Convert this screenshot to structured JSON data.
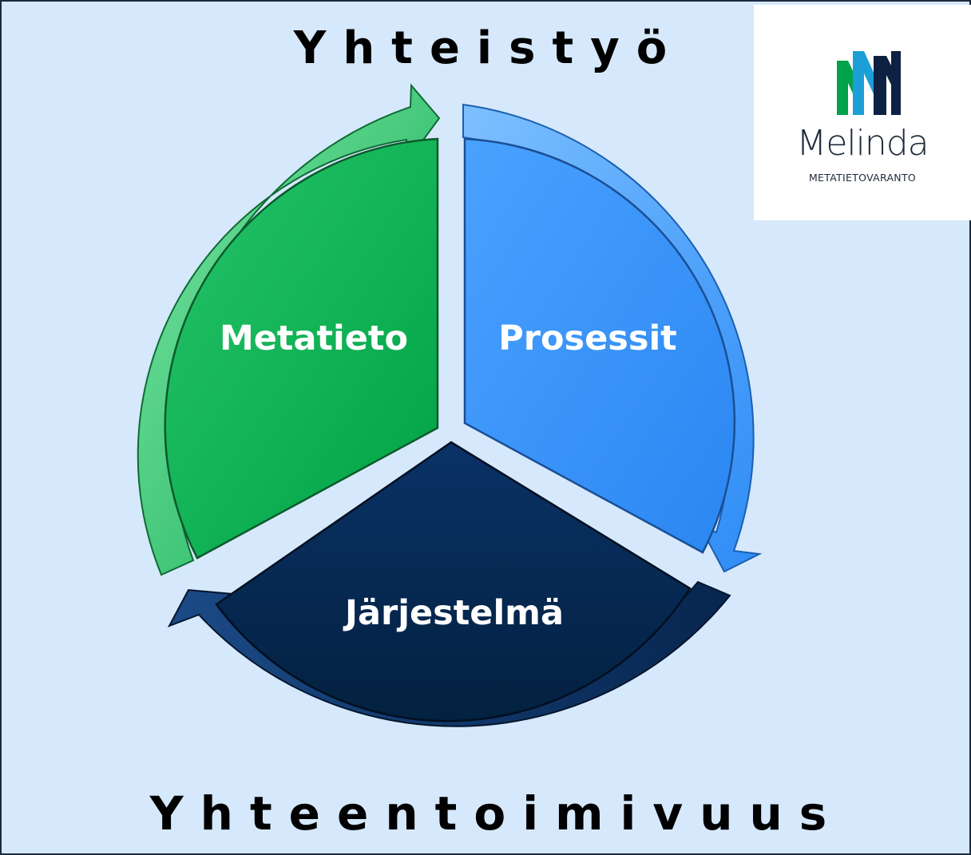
{
  "titles": {
    "top": "Yhteistyö",
    "bottom": "Yhteentoimivuus"
  },
  "logo": {
    "wordmark": "Melinda",
    "subline": "METATIETOVARANTO",
    "colors": [
      "#00a34a",
      "#1c9fd6",
      "#0e2143"
    ]
  },
  "segments": {
    "metatieto": {
      "label": "Metatieto",
      "color": "#00ad4e"
    },
    "prosessit": {
      "label": "Prosessit",
      "color": "#2e8efc"
    },
    "jarjestelma": {
      "label": "Järjestelmä",
      "color": "#04264f"
    }
  },
  "colors": {
    "background": "#d6e8fb",
    "border": "#1c2a40"
  }
}
